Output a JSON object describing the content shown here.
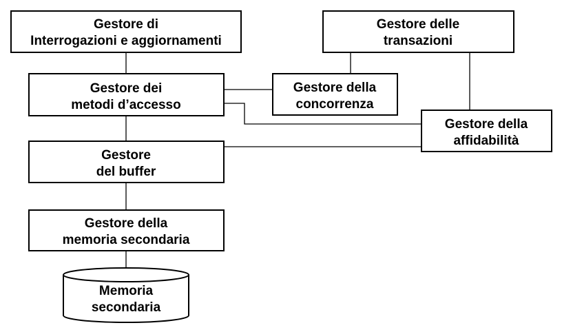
{
  "diagram": {
    "query_manager": {
      "line1": "Gestore di",
      "line2": "Interrogazioni e aggiornamenti"
    },
    "transaction_manager": {
      "line1": "Gestore delle",
      "line2": "transazioni"
    },
    "access_methods_manager": {
      "line1": "Gestore dei",
      "line2": "metodi d’accesso"
    },
    "concurrency_manager": {
      "line1": "Gestore della",
      "line2": "concorrenza"
    },
    "reliability_manager": {
      "line1": "Gestore della",
      "line2": "affidabilità"
    },
    "buffer_manager": {
      "line1": "Gestore",
      "line2": "del buffer"
    },
    "secondary_memory_manager": {
      "line1": "Gestore della",
      "line2": "memoria secondaria"
    },
    "secondary_memory": {
      "line1": "Memoria",
      "line2": "secondaria"
    }
  }
}
